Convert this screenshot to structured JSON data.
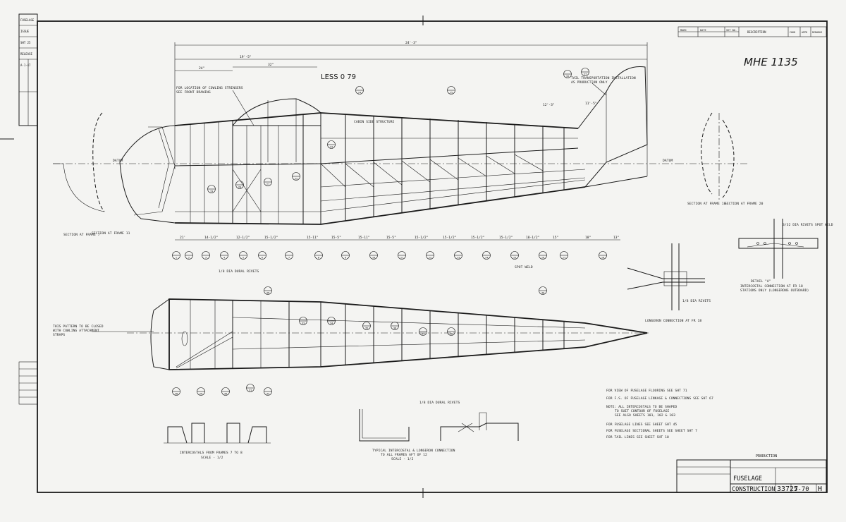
{
  "handwritten_ref": "MHE 1135",
  "handwritten_less": "LESS 0 79",
  "overall_dims": {
    "total": "24'-3\"",
    "d1": "19'-5\"",
    "d2": "32\"",
    "d3": "24\"",
    "d4": "12'-3\"",
    "d5": "11'-5\""
  },
  "frame_pitch": [
    "21'",
    "14-1/2\"",
    "12-1/2\"",
    "15-1/2\"",
    "15-11\"",
    "15-5\"",
    "15-11\"",
    "15-5\"",
    "15-1/2\"",
    "15-1/2\"",
    "15-1/2\"",
    "15-1/2\"",
    "18-1/2\"",
    "15\"",
    "18\"",
    "13\""
  ],
  "section_labels": {
    "sec7": "SECTION AT FRAME 7",
    "sec11": "SECTION AT FRAME 11",
    "sec18": "SECTION AT FRAME 18",
    "sec20": "SECTION AT FRAME 20",
    "detail_a": "DETAIL \"A\"",
    "detail_a_sub": "INTERCOSTAL CONNECTION AT FR 18",
    "detail_a_sub2": "STATIONS ONLY (LONGERONS OUTBOARD)",
    "longeron_conn": "LONGERON CONNECTION AT FR 18",
    "inter_frames": "INTERCOSTALS FROM FRAMES 7 TO 8",
    "inter_scale": "SCALE - 1/2",
    "typical_conn": "TYPICAL INTERCOSTAL & LONGERON CONNECTION",
    "typical_conn2": "TO ALL FRAMES AFT OF 12",
    "typical_scale": "SCALE - 1/2"
  },
  "notes": {
    "n_top1": "FOR LOCATION OF COWLING STRINGERS",
    "n_top2": "SEE FRONT DRAWING",
    "n_datum": "DATUM",
    "n_datum2": "DATUM",
    "n_lower1": "THIS PATTERN TO BE CLOSED",
    "n_lower2": "WITH COWLING ATTACHMENT",
    "n_lower3": "STRAPS",
    "n_bottom1": "FOR VIEW OF FUSELAGE FLOORING SEE SHT 71",
    "n_bottom2": "FOR F.S. OF FUSELAGE LINKAGE & CONNECTIONS SEE SHT 67",
    "n_bottom3": "NOTE: ALL INTERCOSTALS TO BE SHAPED",
    "n_bottom4": "TO SUIT CONTOUR OF FUSELAGE",
    "n_bottom5": "SEE ALSO SHEETS 101, 102 & 103",
    "n_bottom6": "FOR FUSELAGE LINES SEE SHEET SHT 45",
    "n_bottom7": "FOR FUSELAGE SECTIONAL SHEETS SEE SHEET SHT 7",
    "n_bottom8": "FOR TAIL LINES SEE SHEET SHT 10",
    "n_tail": "TAIL TRANSPORTATION INSTALLATION",
    "n_tail2": "AS PRODUCTION ONLY",
    "n_cabin": "CABIN SIDE STRUCTURE",
    "n_rivet": "1/8 DIA DURAL RIVETS",
    "n_rivet2": "1/8 DIA RIVETS",
    "n_rivet3": "3/32 DIA RIVETS SPOT WELD",
    "n_spot": "SPOT WELD"
  },
  "left_strip": [
    "FUSELAGE",
    "ISSUE",
    "SHT 25",
    "RELEASE",
    "A-1-47"
  ],
  "revision_header": [
    "MARK",
    "DATE",
    "SHT NO.",
    "DESCRIPTION",
    "CHKD",
    "APPD",
    "REMARKS"
  ],
  "title_block": {
    "production": "PRODUCTION",
    "title_line1": "FUSELAGE",
    "title_line2": "CONSTRUCTION",
    "drawing_number": "33727",
    "sheet": "5-70",
    "rev": "H"
  },
  "colors": {
    "paper": "#f4f4f2",
    "ink": "#1a1a1a"
  },
  "bubbles": [
    "1",
    "2",
    "3",
    "4",
    "5",
    "6",
    "7",
    "8",
    "9",
    "10",
    "11",
    "12",
    "13",
    "14",
    "15",
    "16",
    "17",
    "18",
    "19",
    "20",
    "21",
    "22",
    "23",
    "24",
    "25",
    "26",
    "27",
    "28",
    "29",
    "30",
    "31",
    "32",
    "33",
    "34",
    "35",
    "36",
    "37",
    "38",
    "39",
    "40"
  ]
}
